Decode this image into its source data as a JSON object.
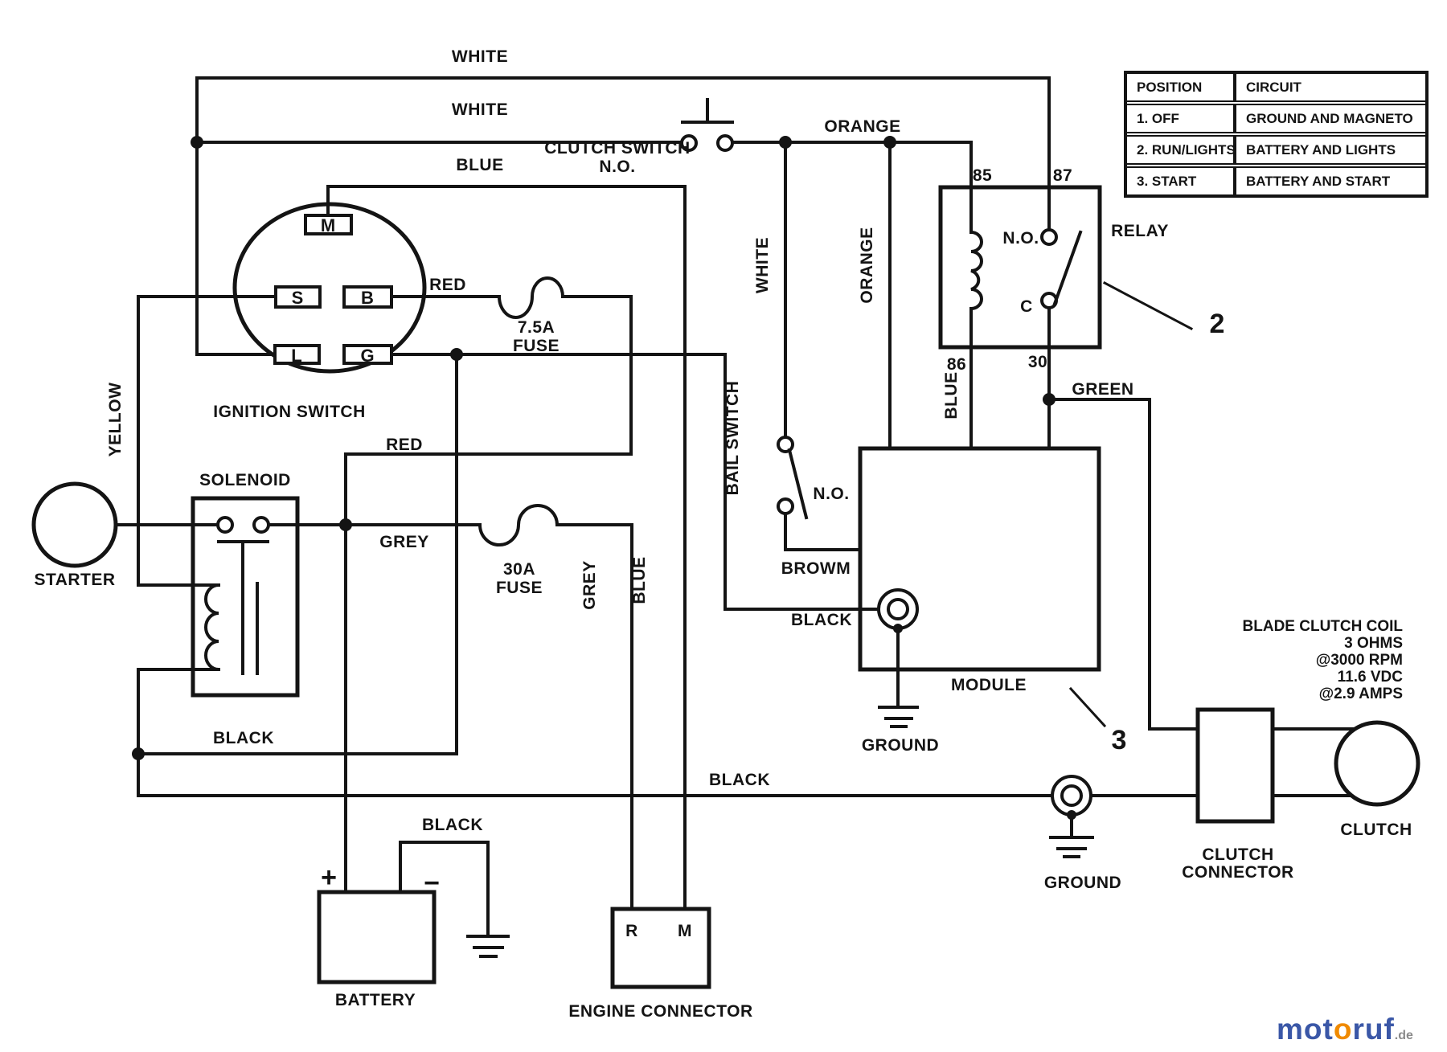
{
  "labels": {
    "white_top": "WHITE",
    "white_mid": "WHITE",
    "orange_top": "ORANGE",
    "blue_top": "BLUE",
    "clutch_switch": "CLUTCH SWITCH",
    "clutch_switch_no": "N.O.",
    "red_top": "RED",
    "fuse75_a": "7.5A",
    "fuse75_b": "FUSE",
    "ignition_switch": "IGNITION SWITCH",
    "yellow": "YELLOW",
    "red_mid": "RED",
    "grey_mid": "GREY",
    "fuse30_a": "30A",
    "fuse30_b": "FUSE",
    "solenoid": "SOLENOID",
    "starter": "STARTER",
    "grey_vert": "GREY",
    "blue_vert": "BLUE",
    "white_vert": "WHITE",
    "orange_vert": "ORANGE",
    "bail_switch": "BAIL SWITCH",
    "bail_no": "N.O.",
    "browm": "BROWM",
    "black_module": "BLACK",
    "relay": "RELAY",
    "relay_85": "85",
    "relay_87": "87",
    "relay_86": "86",
    "relay_30": "30",
    "relay_no": "N.O.",
    "relay_c": "C",
    "blue_86": "BLUE",
    "green": "GREEN",
    "callout_2": "2",
    "callout_3": "3",
    "module": "MODULE",
    "ground_module": "GROUND",
    "ground_conn": "GROUND",
    "black_bottom": "BLACK",
    "black_left": "BLACK",
    "black_batt": "BLACK",
    "battery": "BATTERY",
    "battery_plus": "+",
    "battery_minus": "−",
    "engine_r": "R",
    "engine_m": "M",
    "engine_connector": "ENGINE CONNECTOR",
    "clutch": "CLUTCH",
    "clutch_conn_1": "CLUTCH",
    "clutch_conn_2": "CONNECTOR",
    "term_m": "M",
    "term_s": "S",
    "term_b": "B",
    "term_l": "L",
    "term_g": "G"
  },
  "coil_note": {
    "lines": [
      "BLADE CLUTCH COIL",
      "3 OHMS",
      "@3000 RPM",
      "11.6 VDC",
      "@2.9 AMPS"
    ]
  },
  "table": {
    "headers": [
      "POSITION",
      "CIRCUIT"
    ],
    "rows": [
      [
        "1. OFF",
        "GROUND AND MAGNETO"
      ],
      [
        "2. RUN/LIGHTS",
        "BATTERY AND LIGHTS"
      ],
      [
        "3. START",
        "BATTERY AND START"
      ]
    ]
  },
  "watermark": {
    "m1": "mot",
    "o": "o",
    "m2": "ruf",
    "de": ".de"
  },
  "colors": {
    "ink": "#141414",
    "bg": "#ffffff",
    "wm_blue": "#3a57a7",
    "wm_orange": "#f08a00"
  }
}
